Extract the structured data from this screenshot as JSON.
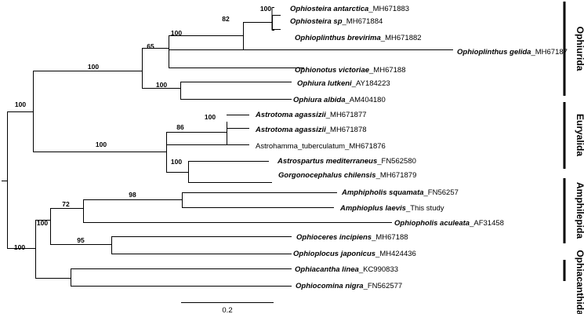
{
  "colors": {
    "line": "#000000",
    "text": "#000000",
    "background": "#ffffff"
  },
  "tree": {
    "taxa": [
      {
        "name": "Ophiosteira antarctica",
        "accession": "_MH671883"
      },
      {
        "name": "Ophiosteira sp",
        "accession": "_MH671884"
      },
      {
        "name": "Ophioplinthus brevirima",
        "accession": "_MH671882"
      },
      {
        "name": "Ophioplinthus gelida",
        "accession": "_MH67187"
      },
      {
        "name": "Ophionotus victoriae",
        "accession": "_MH67188"
      },
      {
        "name": "Ophiura lutkeni",
        "accession": "_AY184223"
      },
      {
        "name": "Ophiura albida",
        "accession": "_AM404180"
      },
      {
        "name": "Astrotoma agassizii",
        "accession": "_MH671877"
      },
      {
        "name": "Astrotoma agassizii",
        "accession": "_MH671878"
      },
      {
        "name": "Astrohamma_tuberculatum_MH671876",
        "accession": ""
      },
      {
        "name": "Astrospartus mediterraneus",
        "accession": "_FN562580"
      },
      {
        "name": "Gorgonocephalus chilensis",
        "accession": "_MH671879"
      },
      {
        "name": "Amphipholis squamata",
        "accession": "_FN56257"
      },
      {
        "name": "Amphioplus laevis",
        "accession": "_This study"
      },
      {
        "name": "Ophiopholis aculeata",
        "accession": "_AF31458"
      },
      {
        "name": "Ophioceres incipiens",
        "accession": "_MH67188"
      },
      {
        "name": "Ophioplocus japonicus",
        "accession": "_MH424436"
      },
      {
        "name": "Ophiacantha linea",
        "accession": "_KC990833"
      },
      {
        "name": "Ophiocomina nigra",
        "accession": "_FN562577"
      }
    ],
    "supports": [
      "100",
      "82",
      "100",
      "65",
      "100",
      "100",
      "100",
      "100",
      "86",
      "100",
      "100",
      "98",
      "72",
      "100",
      "95",
      "100"
    ],
    "clades": [
      "Ophiurida",
      "Euryalida",
      "Amphilepida",
      "Ophiacanthida"
    ],
    "scale_label": "0.2"
  }
}
